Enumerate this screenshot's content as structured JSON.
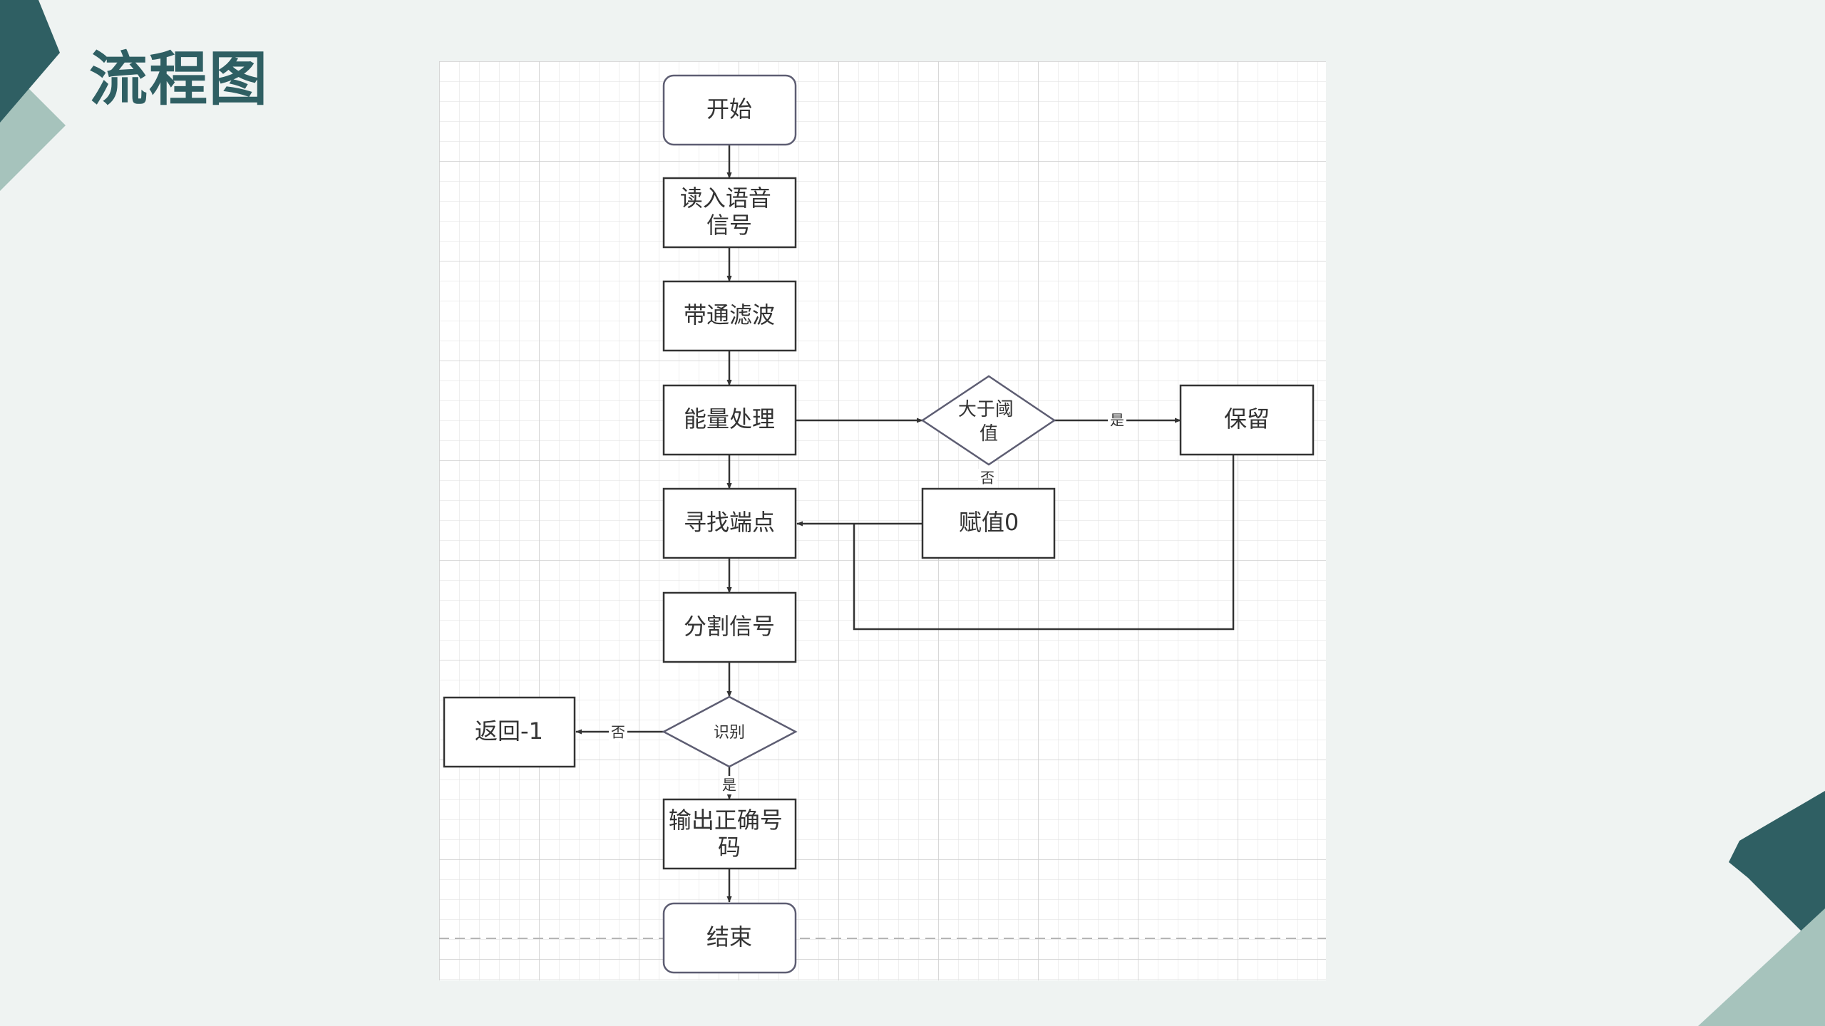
{
  "slide": {
    "title": "流程图"
  },
  "colors": {
    "title": "#2f5f63",
    "accent_dark": "#2f5f63",
    "accent_light": "#a6c3bc",
    "background": "#eff3f2",
    "node_border": "#333333",
    "decision_border": "#5d5d72"
  },
  "flowchart": {
    "nodes": {
      "start": {
        "lines": [
          "开始"
        ]
      },
      "read_signal": {
        "lines": [
          "读入语音",
          "信号"
        ]
      },
      "bandpass": {
        "lines": [
          "带通滤波"
        ]
      },
      "energy": {
        "lines": [
          "能量处理"
        ]
      },
      "threshold": {
        "lines": [
          "大于阈",
          "值"
        ]
      },
      "keep": {
        "lines": [
          "保留"
        ]
      },
      "assign_zero": {
        "lines": [
          "赋值0"
        ]
      },
      "find_endpoint": {
        "lines": [
          "寻找端点"
        ]
      },
      "split_signal": {
        "lines": [
          "分割信号"
        ]
      },
      "recognize": {
        "lines": [
          "识别"
        ]
      },
      "return_neg1": {
        "lines": [
          "返回-1"
        ]
      },
      "output_number": {
        "lines": [
          "输出正确号",
          "码"
        ]
      },
      "end": {
        "lines": [
          "结束"
        ]
      }
    },
    "edge_labels": {
      "threshold_yes": "是",
      "threshold_no": "否",
      "recognize_no": "否",
      "recognize_yes": "是"
    }
  }
}
